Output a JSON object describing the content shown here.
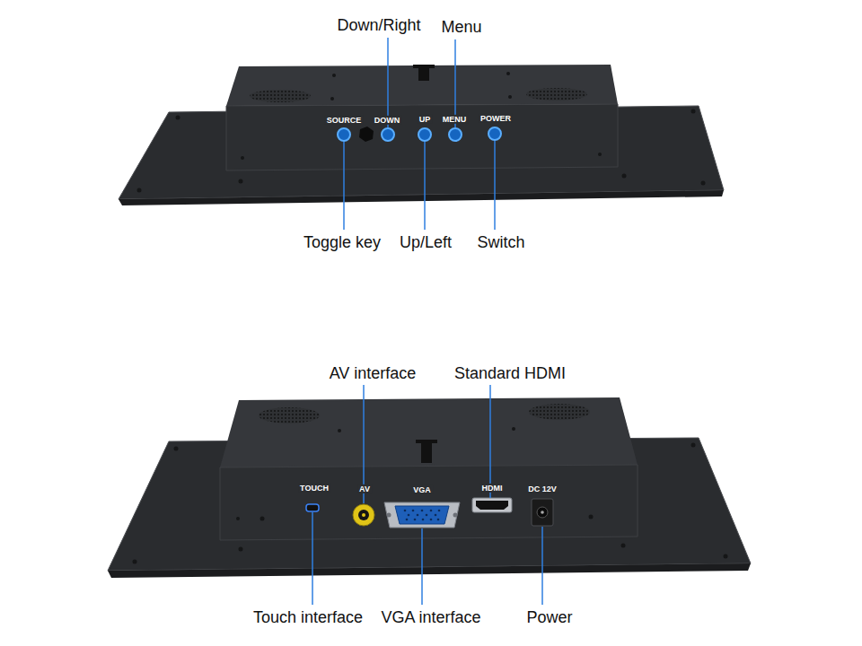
{
  "diagram": {
    "labels": [
      "Down/Right",
      "Menu",
      "SOURCE",
      "DOWN",
      "UP",
      "MENU",
      "POWER",
      "Toggle key",
      "Up/Left",
      "Switch",
      "AV interface",
      "Standard HDMI",
      "TOUCH",
      "AV",
      "VGA",
      "HDMI",
      "DC 12V",
      "Touch interface",
      "VGA interface",
      "Power"
    ]
  }
}
